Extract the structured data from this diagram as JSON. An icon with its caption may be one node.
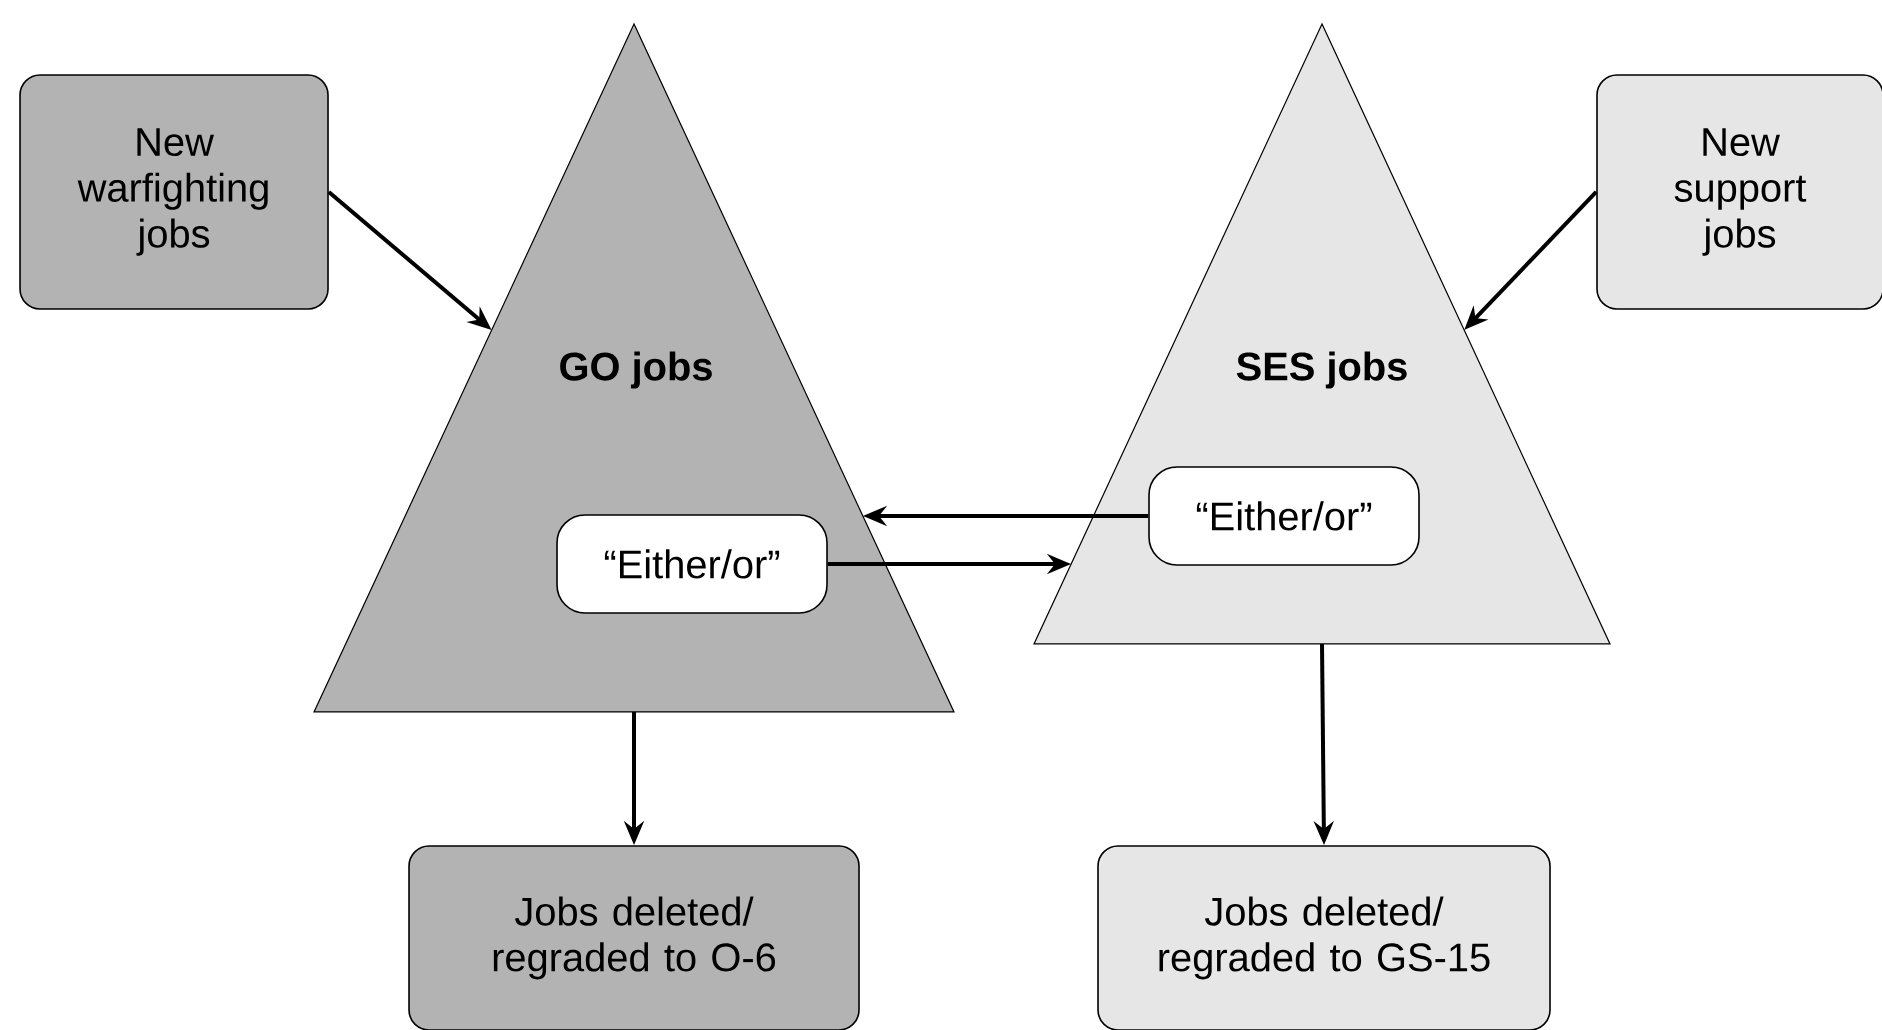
{
  "diagram": {
    "nodes": [
      {
        "text": [
          "New warfighting jobs"
        ]
      },
      {
        "text": [
          "GO jobs"
        ]
      },
      {
        "text": [
          "“Either/or”"
        ],
        "in": 1
      },
      {
        "text": [
          "SES jobs"
        ]
      },
      {
        "text": [
          "“Either/or”"
        ],
        "in": 3
      },
      {
        "text": [
          "New support jobs"
        ]
      },
      {
        "text": [
          "Jobs deleted/ regraded to O-6"
        ]
      },
      {
        "text": [
          "Jobs deleted/ regraded to GS-15"
        ]
      }
    ],
    "edges": [
      {
        "from": 0,
        "to": 1,
        "arrow": "to"
      },
      {
        "from": 5,
        "to": 3,
        "arrow": "to"
      },
      {
        "from": 4,
        "to": 1,
        "arrow": "to"
      },
      {
        "from": 2,
        "to": 3,
        "arrow": "to"
      },
      {
        "from": 1,
        "to": 6,
        "arrow": "to"
      },
      {
        "from": 3,
        "to": 7,
        "arrow": "to"
      }
    ]
  }
}
